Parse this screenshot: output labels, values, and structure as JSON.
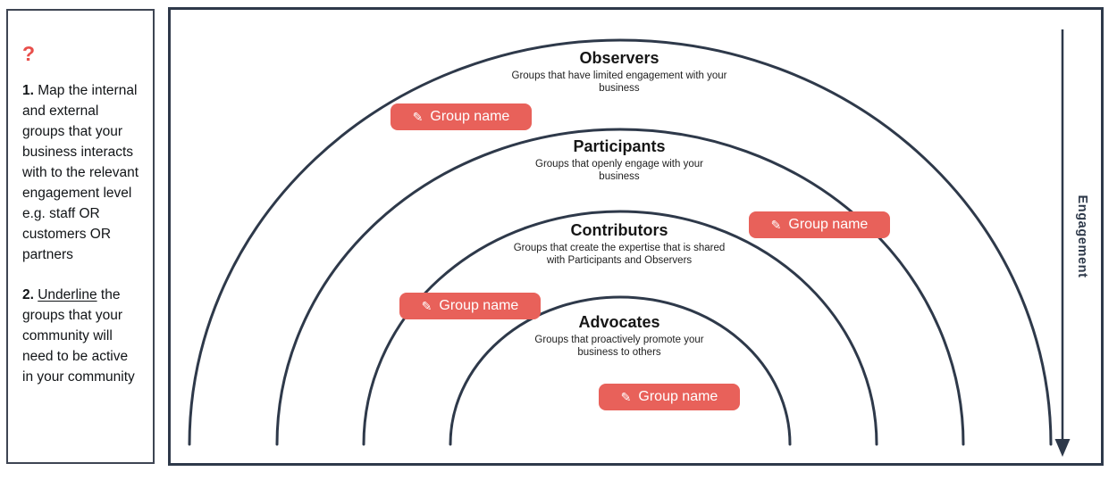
{
  "panel": {
    "icon": "?",
    "step1_number": "1. ",
    "step1_text": "Map the internal and external groups that your business interacts with to the relevant engagement level e.g. staff OR customers OR partners",
    "step2_number": "2. ",
    "step2_underline": "Underline",
    "step2_text": " the groups that your community will need to be active in your community"
  },
  "rings": [
    {
      "name": "Observers",
      "description": "Groups that have limited engagement with your business"
    },
    {
      "name": "Participants",
      "description": "Groups that openly engage with your business"
    },
    {
      "name": "Contributors",
      "description": "Groups that create the expertise that is shared with Participants and Observers"
    },
    {
      "name": "Advocates",
      "description": "Groups that proactively promote your business to others"
    }
  ],
  "tags": [
    {
      "label": "Group name"
    },
    {
      "label": "Group name"
    },
    {
      "label": "Group name"
    },
    {
      "label": "Group name"
    }
  ],
  "axis": {
    "label": "Engagement"
  },
  "icons": {
    "pencil": "✎",
    "question": "?"
  },
  "colors": {
    "accent": "#e8615a",
    "ink": "#2e394a",
    "question_red": "#e84f4b"
  }
}
